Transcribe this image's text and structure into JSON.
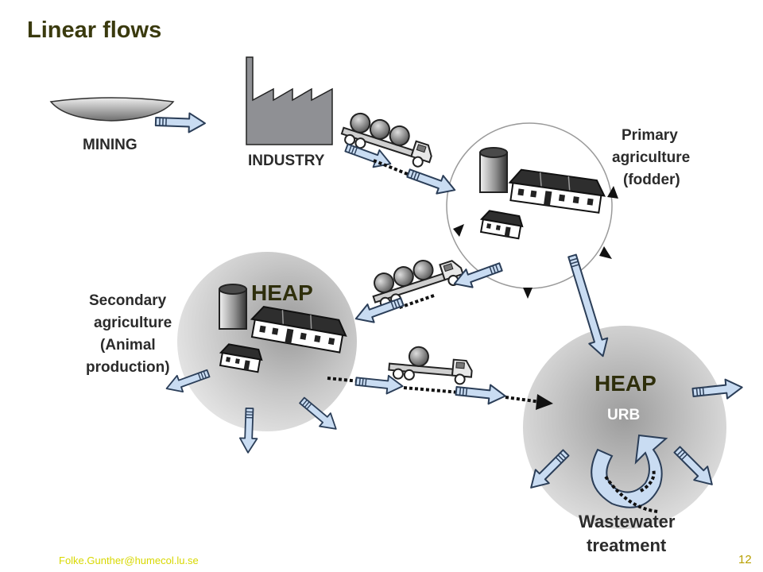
{
  "slide": {
    "title": "Linear flows",
    "footer_email": "Folke.Gunther@humecol.lu.se",
    "page_number": "12"
  },
  "diagram": {
    "nodes": {
      "mining": "MINING",
      "industry": "INDUSTRY",
      "primary": [
        "Primary",
        "agriculture",
        "(fodder)"
      ],
      "secondary": [
        "Secondary",
        "agriculture",
        "(Animal",
        "production)"
      ],
      "heap_secondary": "HEAP",
      "heap_urban": "HEAP",
      "urban": "URB",
      "wastewater": [
        "Wastewater",
        "treatment"
      ]
    },
    "colors": {
      "arrow_fill": "#c9dcf2",
      "arrow_stroke": "#2b3e58",
      "heap_text": "#2f2f0c",
      "title_text": "#3a3a0e",
      "footer_text": "#d8d800"
    },
    "icons": [
      "mining-pit-icon",
      "factory-icon",
      "tanker-truck-icon",
      "farm-silo-icon",
      "barn-icon",
      "cycle-arrow-icon"
    ]
  }
}
